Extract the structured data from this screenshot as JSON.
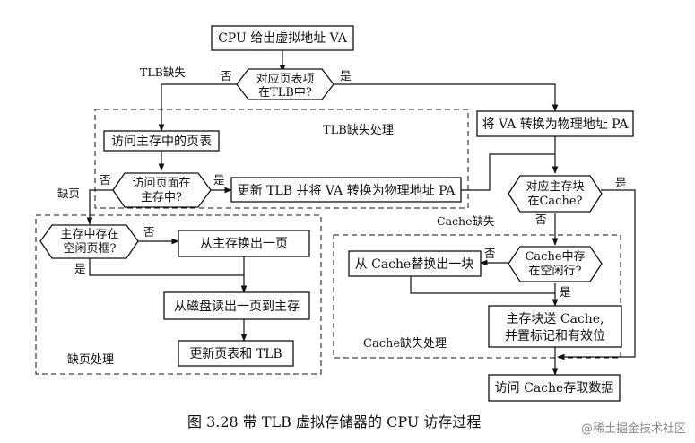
{
  "nodes": {
    "start": "CPU 给出虚拟地址 VA",
    "tlb_q1": "对应页表项",
    "tlb_q2": "在TLB中?",
    "to_pa": "将 VA 转换为物理地址 PA",
    "access_pt": "访问主存中的页表",
    "page_q1": "访问页面在",
    "page_q2": "主存中?",
    "update_tlb": "更新 TLB 并将 VA 转换为物理地址 PA",
    "cache_q1": "对应主存块",
    "cache_q2": "在Cache?",
    "free_q1": "主存中存在",
    "free_q2": "空闲页框?",
    "swap_page": "从主存换出一页",
    "read_disk": "从磁盘读出一页到主存",
    "update_pt": "更新页表和 TLB",
    "free_line_q1": "Cache中存",
    "free_line_q2": "在空闲行?",
    "replace_block": "从 Cache替换出一块",
    "send_block1": "主存块送 Cache,",
    "send_block2": "并置标记和有效位",
    "access_data": "访问 Cache存取数据"
  },
  "regions": {
    "tlb_miss": "TLB缺失处理",
    "page_fault": "缺页处理",
    "cache_miss": "Cache缺失处理"
  },
  "edge_labels": {
    "tlb_no": "否",
    "tlb_yes": "是",
    "tlb_miss": "TLB缺失",
    "page_no": "否",
    "page_yes": "是",
    "page_fault": "缺页",
    "cache_yes": "是",
    "cache_no": "否",
    "cache_miss": "Cache缺失",
    "free_no": "否",
    "free_yes": "是",
    "line_no": "否",
    "line_yes": "是"
  },
  "caption": "图 3.28    带 TLB 虚拟存储器的 CPU 访存过程",
  "watermark": "@稀土掘金技术社区"
}
